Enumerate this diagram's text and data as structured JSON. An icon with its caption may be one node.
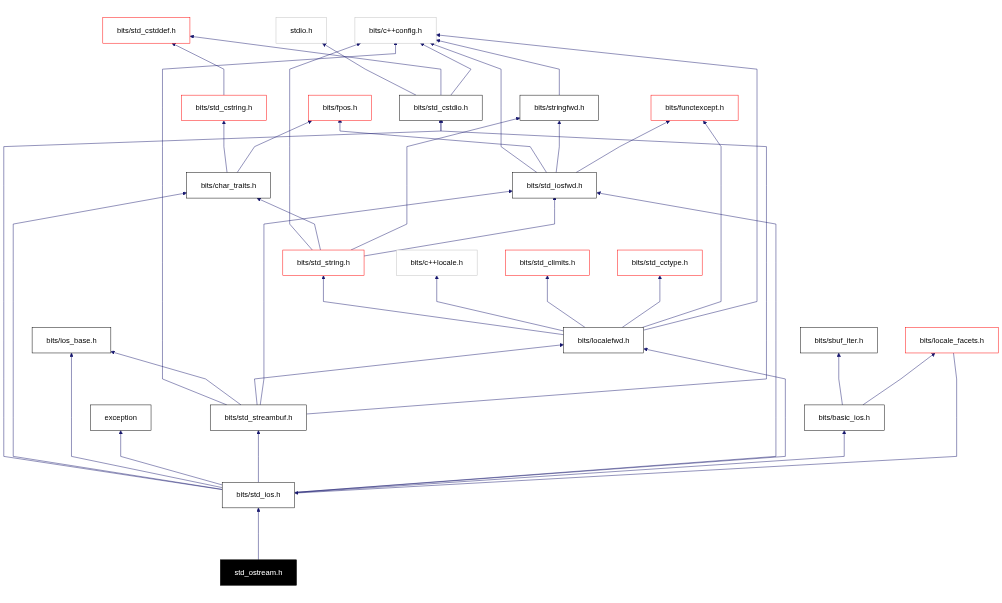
{
  "diagram": {
    "nodes": [
      {
        "text": [
          "stdio.h"
        ]
      },
      {
        "text": [
          "bits/std_cstddef.h"
        ]
      },
      {
        "text": [
          "bits/c++config.h"
        ]
      },
      {
        "text": [
          "bits/std_cstdio.h"
        ]
      },
      {
        "text": [
          "bits/std_cstring.h"
        ]
      },
      {
        "text": [
          "bits/fpos.h"
        ]
      },
      {
        "text": [
          "bits/stringfwd.h"
        ]
      },
      {
        "text": [
          "bits/functexcept.h"
        ]
      },
      {
        "text": [
          "bits/char_traits.h"
        ]
      },
      {
        "text": [
          "bits/std_iosfwd.h"
        ]
      },
      {
        "text": [
          "bits/std_string.h"
        ]
      },
      {
        "text": [
          "bits/c++locale.h"
        ]
      },
      {
        "text": [
          "bits/std_climits.h"
        ]
      },
      {
        "text": [
          "bits/std_cctype.h"
        ]
      },
      {
        "text": [
          "bits/ios_base.h"
        ]
      },
      {
        "text": [
          "bits/localefwd.h"
        ]
      },
      {
        "text": [
          "exception"
        ]
      },
      {
        "text": [
          "bits/std_streambuf.h"
        ]
      },
      {
        "text": [
          "bits/std_ios.h"
        ]
      },
      {
        "text": [
          "std_ostream.h"
        ]
      },
      {
        "text": [
          "bits/sbuf_iter.h"
        ]
      },
      {
        "text": [
          "bits/locale_facets.h"
        ]
      },
      {
        "text": [
          "bits/basic_ios.h"
        ]
      }
    ],
    "edges": [
      {
        "from": 3,
        "to": 0,
        "arrow": "to"
      },
      {
        "from": 3,
        "to": 1,
        "arrow": "to"
      },
      {
        "from": 3,
        "to": 2,
        "arrow": "to"
      },
      {
        "from": 4,
        "to": 1,
        "arrow": "to"
      },
      {
        "from": 17,
        "to": 2,
        "arrow": "to"
      },
      {
        "from": 8,
        "to": 4,
        "arrow": "to"
      },
      {
        "from": 8,
        "to": 5,
        "arrow": "to"
      },
      {
        "from": 10,
        "to": 2,
        "arrow": "to"
      },
      {
        "from": 6,
        "to": 2,
        "arrow": "to"
      },
      {
        "from": 9,
        "to": 2,
        "arrow": "to"
      },
      {
        "from": 9,
        "to": 5,
        "arrow": "to"
      },
      {
        "from": 9,
        "to": 6,
        "arrow": "to"
      },
      {
        "from": 9,
        "to": 7,
        "arrow": "to"
      },
      {
        "from": 10,
        "to": 8,
        "arrow": "to"
      },
      {
        "from": 10,
        "to": 6,
        "arrow": "to"
      },
      {
        "from": 10,
        "to": 9,
        "arrow": "to"
      },
      {
        "from": 15,
        "to": 10,
        "arrow": "to"
      },
      {
        "from": 15,
        "to": 11,
        "arrow": "to"
      },
      {
        "from": 15,
        "to": 12,
        "arrow": "to"
      },
      {
        "from": 15,
        "to": 13,
        "arrow": "to"
      },
      {
        "from": 15,
        "to": 7,
        "arrow": "to"
      },
      {
        "from": 15,
        "to": 2,
        "arrow": "to"
      },
      {
        "from": 17,
        "to": 14,
        "arrow": "to"
      },
      {
        "from": 17,
        "to": 15,
        "arrow": "to"
      },
      {
        "from": 17,
        "to": 9,
        "arrow": "to"
      },
      {
        "from": 17,
        "to": 3,
        "arrow": "to"
      },
      {
        "from": 18,
        "to": 3,
        "arrow": "to"
      },
      {
        "from": 18,
        "to": 8,
        "arrow": "to"
      },
      {
        "from": 18,
        "to": 14,
        "arrow": "to"
      },
      {
        "from": 18,
        "to": 16,
        "arrow": "to"
      },
      {
        "from": 18,
        "to": 17,
        "arrow": "to"
      },
      {
        "from": 18,
        "to": 9,
        "arrow": "to"
      },
      {
        "from": 18,
        "to": 15,
        "arrow": "to"
      },
      {
        "from": 19,
        "to": 18,
        "arrow": "to"
      },
      {
        "from": 21,
        "to": 18,
        "arrow": "to"
      },
      {
        "from": 18,
        "to": 22,
        "arrow": "to"
      },
      {
        "from": 22,
        "to": 20,
        "arrow": "to"
      },
      {
        "from": 22,
        "to": 21,
        "arrow": "to"
      }
    ]
  }
}
